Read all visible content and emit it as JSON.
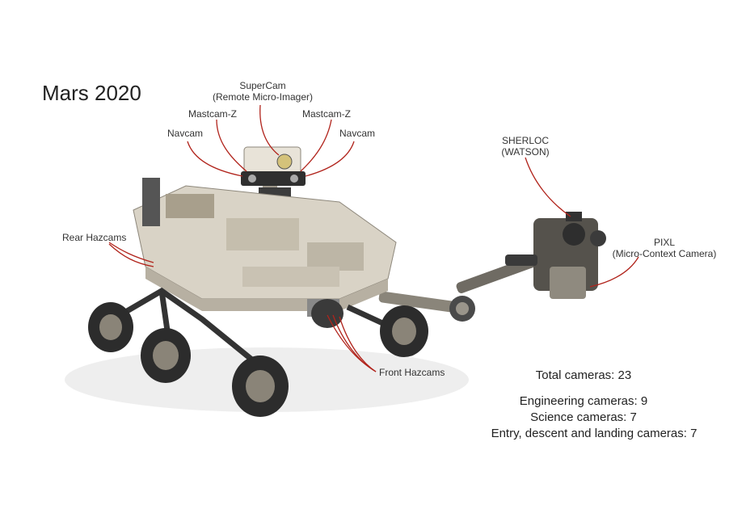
{
  "title": "Mars 2020",
  "labels": {
    "supercam": [
      "SuperCam",
      "(Remote Micro-Imager)"
    ],
    "mastcam_left": "Mastcam-Z",
    "mastcam_right": "Mastcam-Z",
    "navcam_left": "Navcam",
    "navcam_right": "Navcam",
    "sherloc": [
      "SHERLOC",
      "(WATSON)"
    ],
    "rear_hazcams": "Rear Hazcams",
    "pixl": [
      "PIXL",
      "(Micro-Context Camera)"
    ],
    "front_hazcams": "Front Hazcams"
  },
  "stats": {
    "total": "Total cameras: 23",
    "engineering": "Engineering cameras: 9",
    "science": "Science cameras: 7",
    "edl": "Entry, descent and landing cameras: 7"
  },
  "colors": {
    "leader": "#b1241c",
    "rover_body": "#d9d3c6",
    "rover_dark": "#3a3a3a",
    "wheel": "#2c2c2c"
  }
}
